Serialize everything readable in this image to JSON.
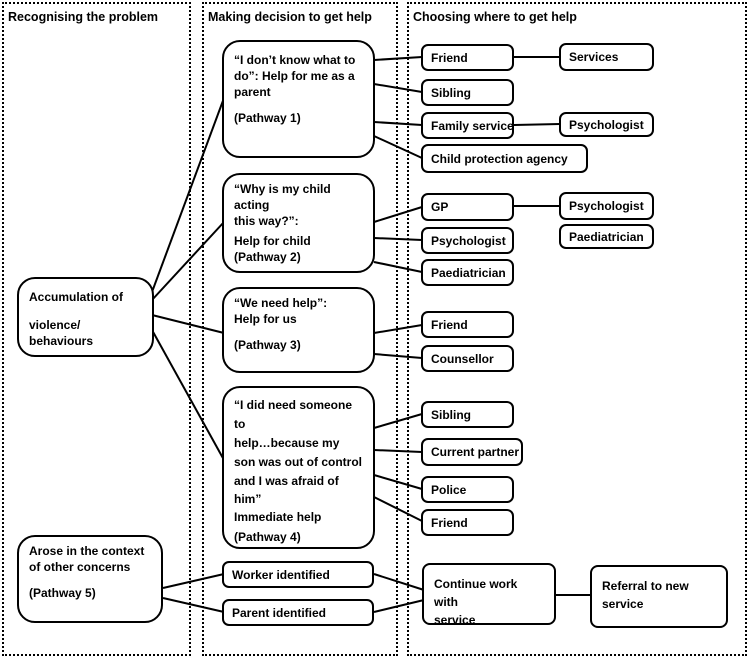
{
  "columns": {
    "recognising": "Recognising the problem",
    "deciding": "Making decision to get help",
    "choosing": "Choosing where to get help"
  },
  "left": {
    "accumulation": [
      "Accumulation of",
      "violence/ behaviours"
    ],
    "arose": [
      "Arose in the context",
      "of other concerns",
      "Pathway 5"
    ]
  },
  "pathways": {
    "p1": [
      "“I don’t know what to",
      "do”: Help for me as a",
      "parent",
      "(Pathway 1)"
    ],
    "p2": [
      "“Why is my child acting",
      "this way?”:",
      "Help for child",
      "(Pathway 2)"
    ],
    "p3": [
      "“We need help”:",
      "Help for us",
      "(Pathway 3)"
    ],
    "p4": [
      "“I did need someone to",
      "help…because my",
      "son was out of control",
      "and I was afraid of",
      "him”",
      "Immediate help",
      "(Pathway 4)"
    ],
    "p5_worker": "Worker identified",
    "p5_parent": "Parent identified"
  },
  "targets": {
    "friend1": "Friend",
    "services": "Services",
    "sibling1": "Sibling",
    "family_service": "Family service",
    "psychologist1": "Psychologist",
    "child_protection": "Child protection agency",
    "gp": "GP",
    "psychologist2": "Psychologist",
    "paediatrician1": "Paediatrician",
    "psychologist3": "Psychologist",
    "paediatrician2": "Paediatrician",
    "friend2": "Friend",
    "counsellor": "Counsellor",
    "sibling2": "Sibling",
    "current_partner": "Current partner",
    "police": "Police",
    "friend3": "Friend",
    "continue_work": [
      "Continue work with",
      "service"
    ],
    "referral": [
      "Referral to new",
      "service"
    ]
  }
}
